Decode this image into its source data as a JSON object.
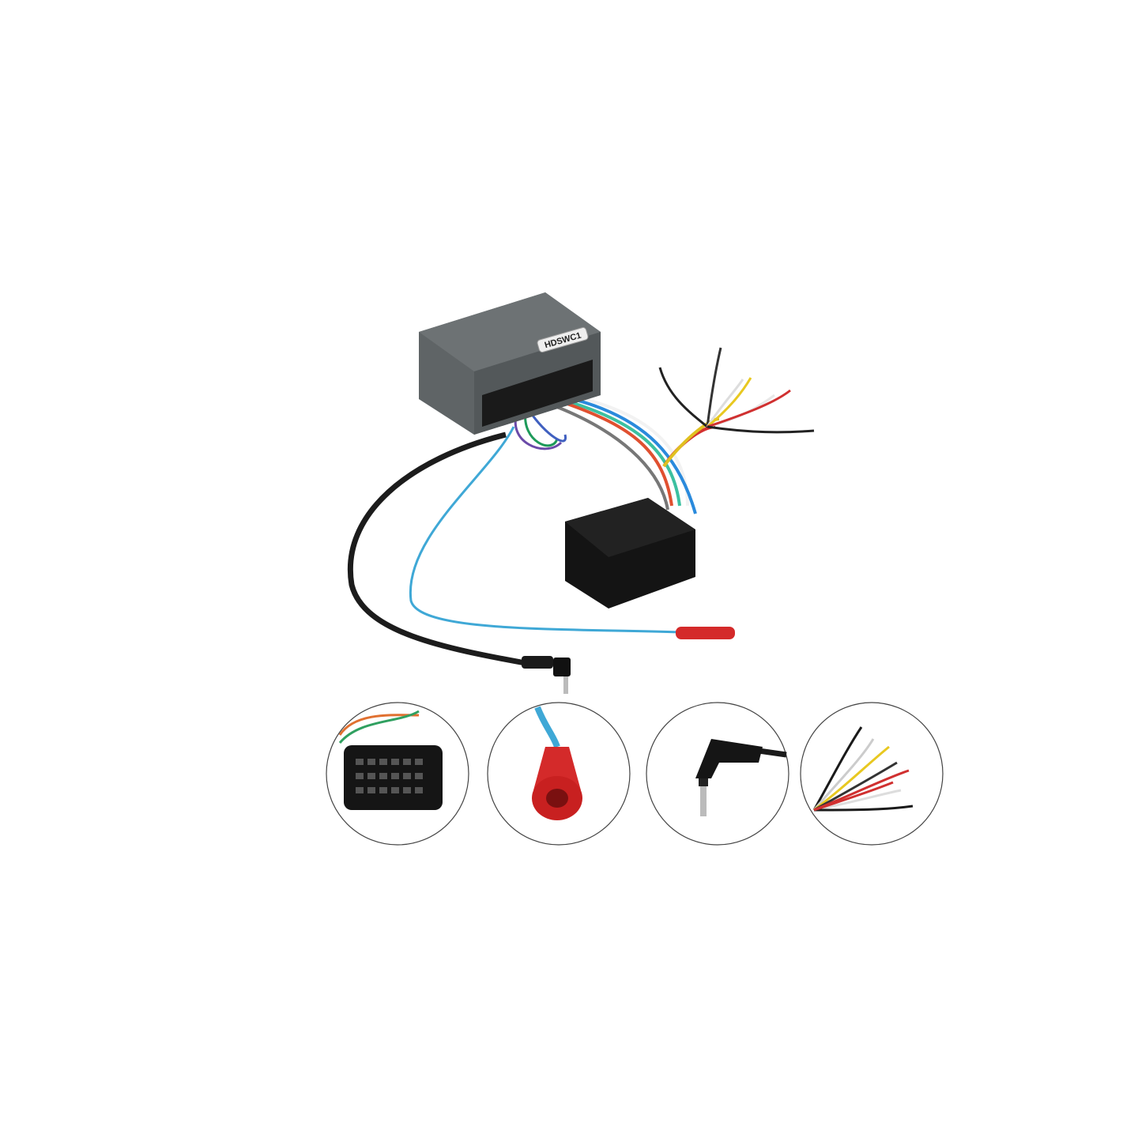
{
  "product": {
    "label_text": "HDSWC1"
  },
  "detail_circles": [
    {
      "name": "harness-connector-detail"
    },
    {
      "name": "bullet-connector-detail"
    },
    {
      "name": "audio-jack-detail"
    },
    {
      "name": "loose-wires-detail"
    }
  ]
}
